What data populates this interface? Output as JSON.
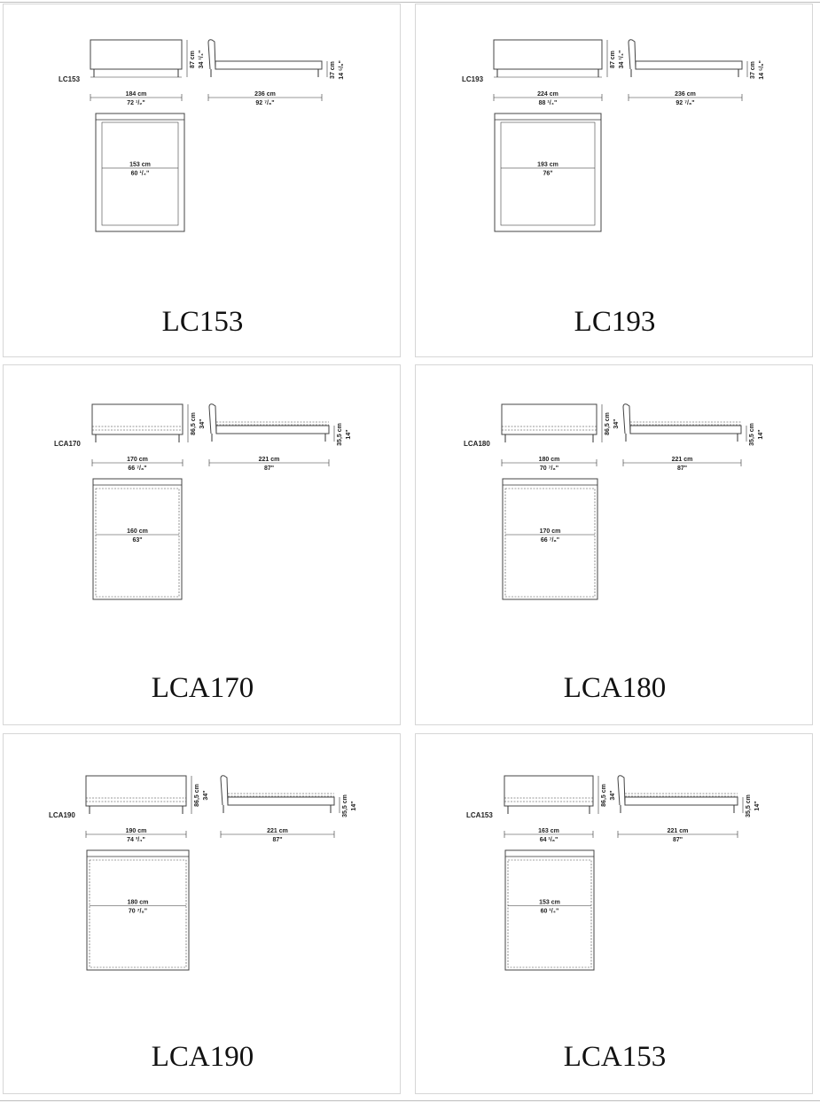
{
  "products": [
    {
      "name": "LC153",
      "label": "LC153",
      "variant": "LC",
      "head_h_cm": "87 cm",
      "head_h_in": "34 ¹/₄\"",
      "bed_h_cm": "37 cm",
      "bed_h_in": "14 ⁵/₈\"",
      "width_cm": "184 cm",
      "width_in": "72 ¹/₂\"",
      "length_cm": "236 cm",
      "length_in": "92 ⁷/₈\"",
      "mattress_cm": "153 cm",
      "mattress_in": "60 ¹/₄\""
    },
    {
      "name": "LC193",
      "label": "LC193",
      "variant": "LC",
      "head_h_cm": "87 cm",
      "head_h_in": "34 ¹/₄\"",
      "bed_h_cm": "37 cm",
      "bed_h_in": "14 ⁵/₈\"",
      "width_cm": "224 cm",
      "width_in": "88 ¹/₄\"",
      "length_cm": "236 cm",
      "length_in": "92 ⁷/₈\"",
      "mattress_cm": "193 cm",
      "mattress_in": "76\""
    },
    {
      "name": "LCA170",
      "label": "LCA170",
      "variant": "LCA",
      "head_h_cm": "86,5 cm",
      "head_h_in": "34\"",
      "bed_h_cm": "35,5 cm",
      "bed_h_in": "14\"",
      "width_cm": "170 cm",
      "width_in": "66 ⁷/₈\"",
      "length_cm": "221 cm",
      "length_in": "87\"",
      "mattress_cm": "160 cm",
      "mattress_in": "63\""
    },
    {
      "name": "LCA180",
      "label": "LCA180",
      "variant": "LCA",
      "head_h_cm": "86,5 cm",
      "head_h_in": "34\"",
      "bed_h_cm": "35,5 cm",
      "bed_h_in": "14\"",
      "width_cm": "180 cm",
      "width_in": "70 ⁷/₈\"",
      "length_cm": "221 cm",
      "length_in": "87\"",
      "mattress_cm": "170 cm",
      "mattress_in": "66 ⁷/₈\""
    },
    {
      "name": "LCA190",
      "label": "LCA190",
      "variant": "LCA",
      "head_h_cm": "86,5 cm",
      "head_h_in": "34\"",
      "bed_h_cm": "35,5 cm",
      "bed_h_in": "14\"",
      "width_cm": "190 cm",
      "width_in": "74 ³/₄\"",
      "length_cm": "221 cm",
      "length_in": "87\"",
      "mattress_cm": "180 cm",
      "mattress_in": "70 ⁷/₈\""
    },
    {
      "name": "LCA153",
      "label": "LCA153",
      "variant": "LCA",
      "head_h_cm": "86,5 cm",
      "head_h_in": "34\"",
      "bed_h_cm": "35,5 cm",
      "bed_h_in": "14\"",
      "width_cm": "163 cm",
      "width_in": "64 ¹/₈\"",
      "length_cm": "221 cm",
      "length_in": "87\"",
      "mattress_cm": "153 cm",
      "mattress_in": "60 ¹/₄\""
    }
  ]
}
